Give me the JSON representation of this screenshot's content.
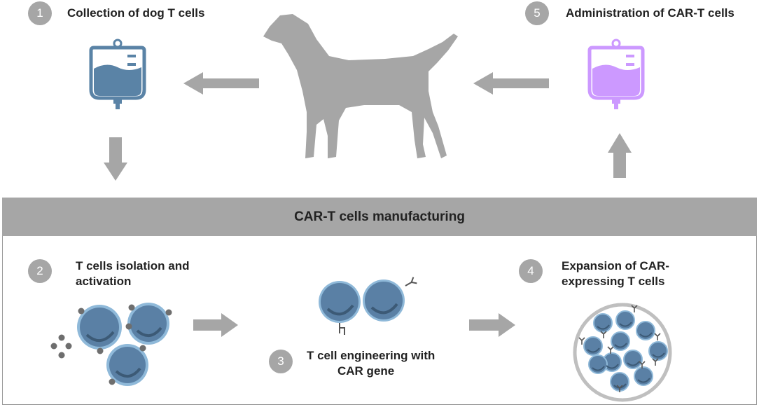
{
  "steps": [
    {
      "number": "1",
      "title": "Collection of dog T cells"
    },
    {
      "number": "2",
      "title_line1": "T cells isolation and",
      "title_line2": "activation"
    },
    {
      "number": "3",
      "title_line1": "T cell engineering with",
      "title_line2": "CAR gene"
    },
    {
      "number": "4",
      "title_line1": "Expansion of CAR-",
      "title_line2": "expressing T cells"
    },
    {
      "number": "5",
      "title": "Administration of CAR-T cells"
    }
  ],
  "banner": {
    "title": "CAR-T cells manufacturing"
  },
  "colors": {
    "gray": "#a6a6a6",
    "bag_blue": "#5a83a6",
    "bag_purple": "#cc99ff",
    "cell_blue": "#5a80a5",
    "cell_light": "#8fb9d9"
  },
  "icons": [
    "iv-bag-icon",
    "dog-silhouette-icon",
    "arrow-icon",
    "t-cell-icon",
    "car-receptor-icon",
    "culture-dish-icon"
  ]
}
